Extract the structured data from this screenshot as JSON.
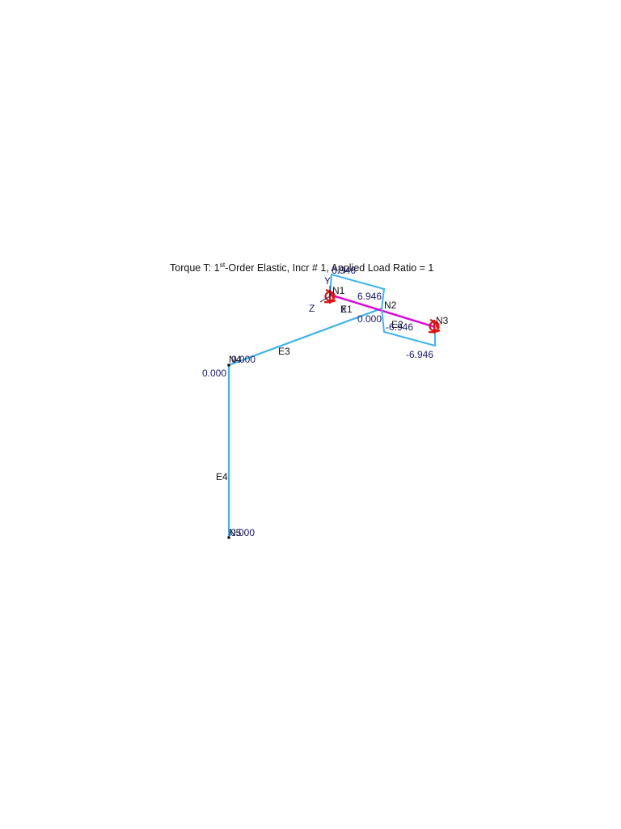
{
  "title": {
    "prefix": "Torque T:  1",
    "superscript": "st",
    "suffix": "-Order Elastic, Incr # 1, Applied Load Ratio = 1"
  },
  "axes": {
    "x": "X",
    "y": "Y",
    "z": "Z"
  },
  "nodes": [
    "N1",
    "N2",
    "N3",
    "N4",
    "N5"
  ],
  "elements": [
    "E1",
    "E2",
    "E3",
    "E4"
  ],
  "values": {
    "top_n1": "6.946",
    "e1_mid": "6.946",
    "n2_e3_end": "0.000",
    "e2_mid": "-6.946",
    "e2_bottom": "-6.946",
    "n4_right": "0.000",
    "n4_left": "0.000",
    "n5": "0.000"
  },
  "colors": {
    "diagram": "#3cb4f0",
    "highlighted_member": "#e000e0",
    "support": "#dd1111",
    "node_labels": "#111111",
    "value_labels": "#1a1a6e"
  }
}
